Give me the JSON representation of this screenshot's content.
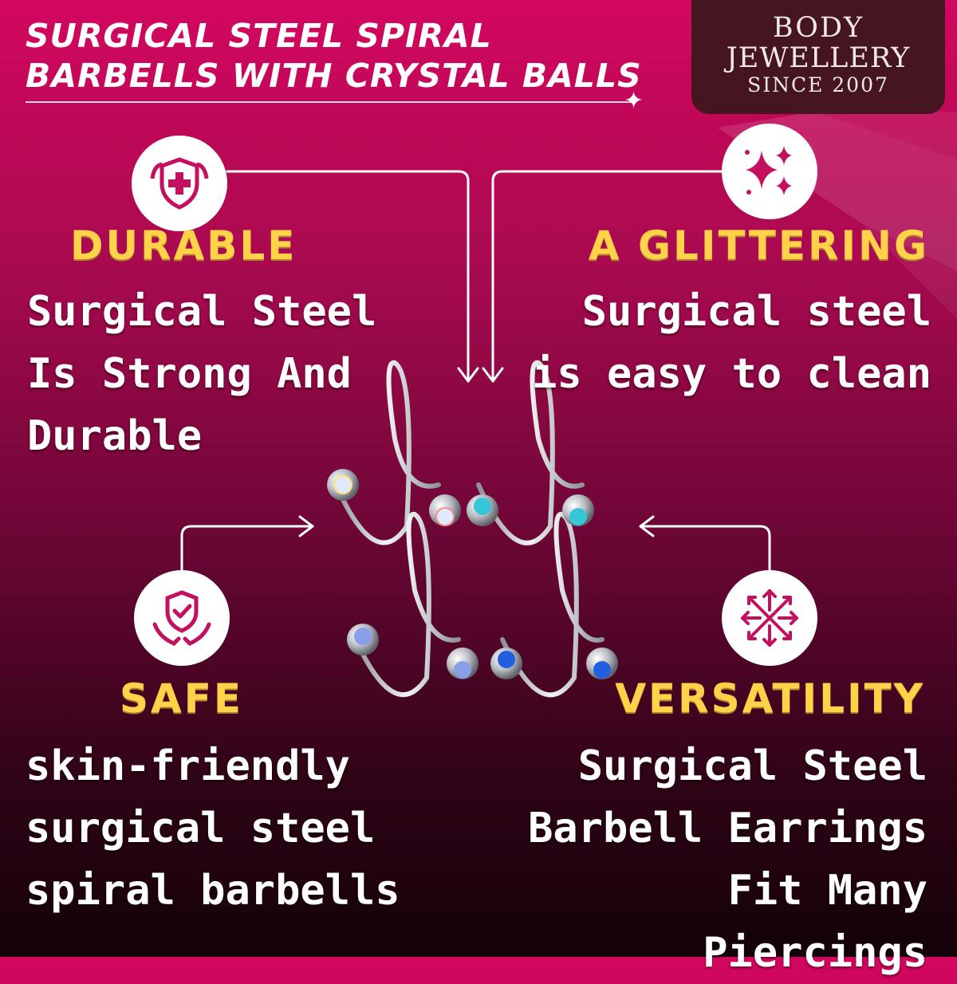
{
  "title": {
    "line1": "SURGICAL STEEL SPIRAL",
    "line2": "BARBELLS WITH CRYSTAL BALLS"
  },
  "logo": {
    "line1": "BODY",
    "line2": "JEWELLERY",
    "line3": "SINCE 2007"
  },
  "features": {
    "durable": {
      "heading": "DURABLE",
      "lines": [
        "Surgical Steel",
        "Is Strong And",
        "Durable"
      ]
    },
    "glittering": {
      "heading": "A GLITTERING",
      "lines": [
        "Surgical steel",
        "is easy to clean"
      ]
    },
    "safe": {
      "heading": "SAFE",
      "lines": [
        "skin-friendly",
        "surgical steel",
        "spiral barbells"
      ]
    },
    "versatility": {
      "heading": "VERSATILITY",
      "lines": [
        "Surgical Steel",
        "Barbell Earrings",
        "Fit Many Piercings"
      ]
    }
  },
  "icons": {
    "durable": "shield-medical-cross-icon",
    "glittering": "sparkles-icon",
    "safe": "shield-check-hands-icon",
    "versatility": "multi-directional-arrows-icon"
  },
  "colors": {
    "accent": "#ffd24a",
    "brand": "#c3105f",
    "logo_bg": "#45161f"
  },
  "crystals": [
    {
      "name": "aurora",
      "color": "#dfe9ff"
    },
    {
      "name": "aqua",
      "color": "#35c7d9"
    },
    {
      "name": "light-sapphire",
      "color": "#8a9fe8"
    },
    {
      "name": "sapphire",
      "color": "#1f5fe0"
    }
  ]
}
